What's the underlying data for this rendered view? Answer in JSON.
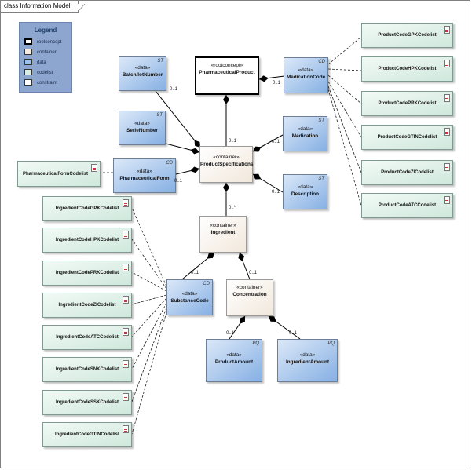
{
  "frame": {
    "title": "class Information Model"
  },
  "legend": {
    "title": "Legend",
    "items": [
      {
        "label": "rootconcept",
        "color": "#ffffff",
        "border": "#000000"
      },
      {
        "label": "container",
        "color": "#f6ece0",
        "border": "#888888"
      },
      {
        "label": "data",
        "color": "#9ec2ee",
        "border": "#444444"
      },
      {
        "label": "codelist",
        "color": "#d8eee4",
        "border": "#444444"
      },
      {
        "label": "constraint",
        "color": "#ffffff",
        "border": "#444444"
      }
    ]
  },
  "nodes": {
    "pharmaceutical_product": {
      "stereotype": "«rootconcept»",
      "name": "PharmaceuticalProduct"
    },
    "batch_lot_number": {
      "stereotype": "«data»",
      "name": "Batch/lotNumber",
      "tag": "ST"
    },
    "medication_code": {
      "stereotype": "«data»",
      "name": "MedicationCode",
      "tag": "CD"
    },
    "serie_number": {
      "stereotype": "«data»",
      "name": "SerieNumber",
      "tag": "ST"
    },
    "product_specifications": {
      "stereotype": "«container»",
      "name": "ProductSpecifications"
    },
    "medication": {
      "stereotype": "«data»",
      "name": "Medication",
      "tag": "ST"
    },
    "pharmaceutical_form": {
      "stereotype": "«data»",
      "name": "PharmaceuticalForm",
      "tag": "CD"
    },
    "description": {
      "stereotype": "«data»",
      "name": "Description",
      "tag": "ST"
    },
    "ingredient": {
      "stereotype": "«container»",
      "name": "Ingredient"
    },
    "substance_code": {
      "stereotype": "«data»",
      "name": "SubstanceCode",
      "tag": "CD"
    },
    "concentration": {
      "stereotype": "«container»",
      "name": "Concentration"
    },
    "product_amount": {
      "stereotype": "«data»",
      "name": "ProductAmount",
      "tag": "PQ"
    },
    "ingredient_amount": {
      "stereotype": "«data»",
      "name": "IngredientAmount",
      "tag": "PQ"
    }
  },
  "codelists": {
    "pharmaceutical_form": "PharmaceuticalFormCodelist",
    "product": [
      "ProductCodeGPKCodelist",
      "ProductCodeHPKCodelist",
      "ProductCodePRKCodelist",
      "ProductCodeGTINCodelist",
      "ProductCodeZICodelist",
      "ProductCodeATCCodelist"
    ],
    "ingredient": [
      "IngredientCodeGPKCodelist",
      "IngredientCodeHPKCodelist",
      "IngredientCodePRKCodelist",
      "IngredientCodeZICodelist",
      "IngredientCodeATCCodelist",
      "IngredientCodeSNKCodelist",
      "IngredientCodeSSKCodelist",
      "IngredientCodeGTINCodelist"
    ]
  },
  "multiplicities": {
    "batch": "0..1",
    "medication_code": "0..1",
    "product_spec": "0..1",
    "medication": "0..1",
    "pharmaceutical_form": "0..1",
    "description": "0..1",
    "ingredient": "0..*",
    "substance_code": "0..1",
    "concentration": "0..1",
    "product_amount": "0..1",
    "ingredient_amount": "0..1"
  }
}
